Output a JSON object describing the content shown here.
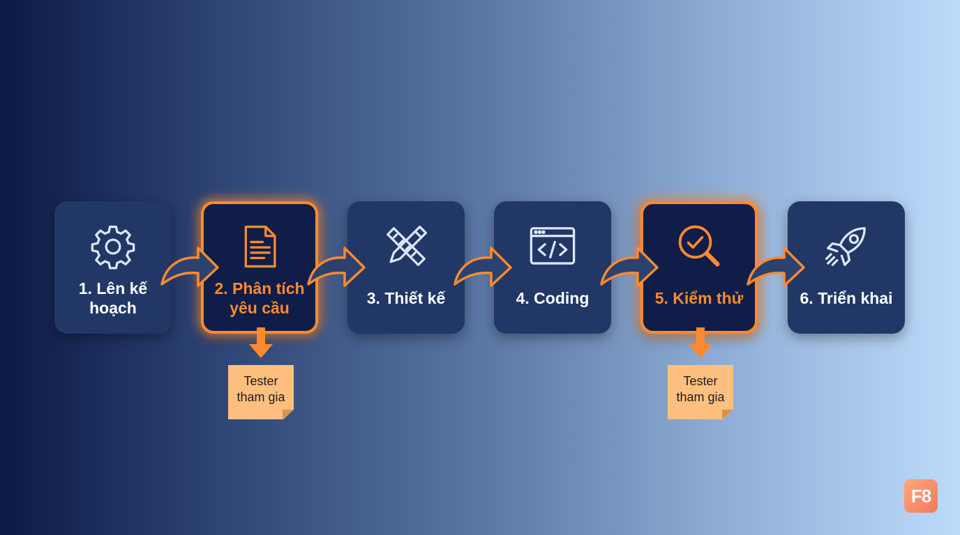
{
  "steps": [
    {
      "id": "plan",
      "label": "1. Lên kế hoạch",
      "icon": "gear-icon",
      "highlighted": false
    },
    {
      "id": "analysis",
      "label": "2. Phân tích yêu cầu",
      "icon": "document-icon",
      "highlighted": true
    },
    {
      "id": "design",
      "label": "3. Thiết kế",
      "icon": "ruler-pencil-icon",
      "highlighted": false
    },
    {
      "id": "coding",
      "label": "4. Coding",
      "icon": "code-window-icon",
      "highlighted": false
    },
    {
      "id": "testing",
      "label": "5. Kiểm thử",
      "icon": "magnifier-check-icon",
      "highlighted": true
    },
    {
      "id": "deploy",
      "label": "6. Triển khai",
      "icon": "rocket-icon",
      "highlighted": false
    }
  ],
  "notes": [
    {
      "step": "analysis",
      "text": "Tester tham gia"
    },
    {
      "step": "testing",
      "text": "Tester tham gia"
    }
  ],
  "logo": {
    "text": "F8"
  },
  "colors": {
    "card": "#213766",
    "card_highlight": "#0f1d48",
    "accent": "#ff8a2e",
    "note": "#ffbf7f",
    "icon_stroke": "#dce6f5"
  }
}
